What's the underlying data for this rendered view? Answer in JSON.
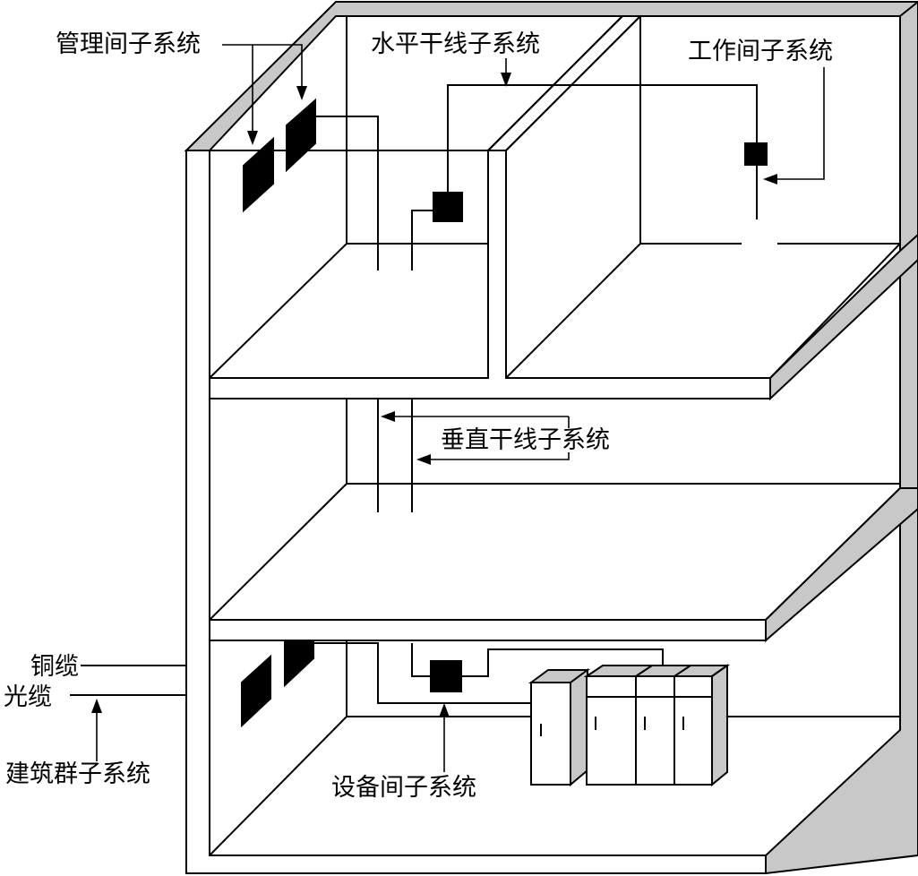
{
  "labels": {
    "mgmt_room": "管理间子系统",
    "horizontal": "水平干线子系统",
    "work_area": "工作间子系统",
    "vertical": "垂直干线子系统",
    "copper": "铜缆",
    "fiber": "光缆",
    "campus": "建筑群子系统",
    "equipment_room": "设备间子系统"
  },
  "colors": {
    "line": "#000000",
    "wall_side": "#c8c8c8",
    "fill": "#ffffff",
    "device": "#000000"
  },
  "icons": [
    "patch-panel-icon",
    "outlet-icon",
    "server-rack-icon"
  ]
}
